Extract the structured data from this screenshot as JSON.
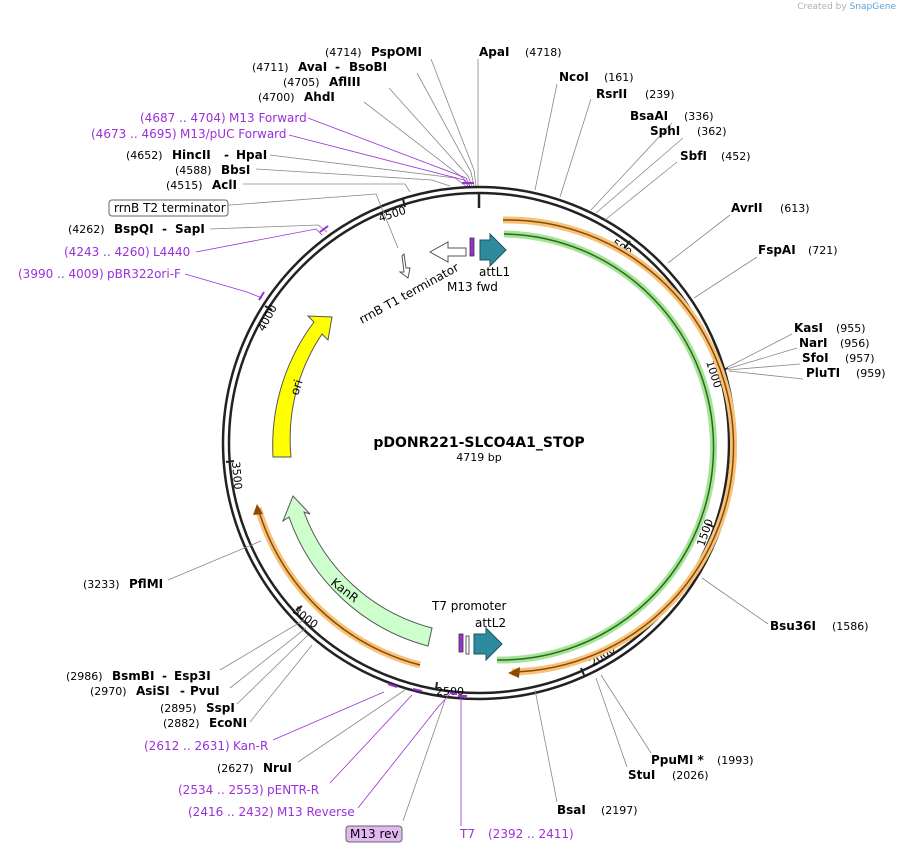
{
  "credit": {
    "prefix": "Created by",
    "brand": "SnapGene"
  },
  "plasmid": {
    "name": "pDONR221-SLCO4A1_STOP",
    "size_label": "4719 bp"
  },
  "ticks": [
    "500",
    "1000",
    "1500",
    "2000",
    "2500",
    "3000",
    "3500",
    "4000",
    "4500"
  ],
  "enzymes": [
    {
      "name": "PspOMI",
      "pos": "(4714)"
    },
    {
      "name": "AvaI",
      "sep": "-",
      "name2": "BsoBI",
      "pos": "(4711)"
    },
    {
      "name": "AflIII",
      "pos": "(4705)"
    },
    {
      "name": "AhdI",
      "pos": "(4700)"
    },
    {
      "name": "HincII",
      "sep": "-",
      "name2": "HpaI",
      "pos": "(4652)"
    },
    {
      "name": "BbsI",
      "pos": "(4588)"
    },
    {
      "name": "AclI",
      "pos": "(4515)"
    },
    {
      "name": "BspQI",
      "sep": "-",
      "name2": "SapI",
      "pos": "(4262)"
    },
    {
      "name": "ApaI",
      "pos": "(4718)"
    },
    {
      "name": "NcoI",
      "pos": "(161)"
    },
    {
      "name": "RsrII",
      "pos": "(239)"
    },
    {
      "name": "BsaAI",
      "pos": "(336)"
    },
    {
      "name": "SphI",
      "pos": "(362)"
    },
    {
      "name": "SbfI",
      "pos": "(452)"
    },
    {
      "name": "AvrII",
      "pos": "(613)"
    },
    {
      "name": "FspAI",
      "pos": "(721)"
    },
    {
      "name": "KasI",
      "pos": "(955)"
    },
    {
      "name": "NarI",
      "pos": "(956)"
    },
    {
      "name": "SfoI",
      "pos": "(957)"
    },
    {
      "name": "PluTI",
      "pos": "(959)"
    },
    {
      "name": "Bsu36I",
      "pos": "(1586)"
    },
    {
      "name": "PpuMI *",
      "pos": "(1993)"
    },
    {
      "name": "StuI",
      "pos": "(2026)"
    },
    {
      "name": "BsaI",
      "pos": "(2197)"
    },
    {
      "name": "PflMI",
      "pos": "(3233)"
    },
    {
      "name": "BsmBI",
      "sep": "-",
      "name2": "Esp3I",
      "pos": "(2986)"
    },
    {
      "name": "AsiSI",
      "sep": "-",
      "name2": "PvuI",
      "pos": "(2970)"
    },
    {
      "name": "SspI",
      "pos": "(2895)"
    },
    {
      "name": "EcoNI",
      "pos": "(2882)"
    },
    {
      "name": "NruI",
      "pos": "(2627)"
    }
  ],
  "primers": [
    {
      "range": "(4687 .. 4704)",
      "name": "M13 Forward"
    },
    {
      "range": "(4673 .. 4695)",
      "name": "M13/pUC Forward"
    },
    {
      "range": "(4243 .. 4260)",
      "name": "L4440"
    },
    {
      "range": "(3990 .. 4009)",
      "name": "pBR322ori-F"
    },
    {
      "range": "(2612 .. 2631)",
      "name": "Kan-R"
    },
    {
      "range": "(2534 .. 2553)",
      "name": "pENTR-R"
    },
    {
      "range": "(2416 .. 2432)",
      "name": "M13 Reverse"
    },
    {
      "name": "T7",
      "range": "(2392 .. 2411)"
    }
  ],
  "features": {
    "rrnb_t2": "rrnB T2 terminator",
    "rrnb_t1": "rrnB T1 terminator",
    "attl1": "attL1",
    "m13fwd": "M13 fwd",
    "ori": "ori",
    "kanr": "KanR",
    "t7prom": "T7 promoter",
    "attl2": "attL2",
    "m13rev": "M13 rev"
  },
  "colors": {
    "ori": "#ffff00",
    "kanr": "#ccffcc",
    "att": "#2e8b9e",
    "orange_arc": "#f6c27a",
    "green_arc": "#a6e39a",
    "primer": "#9b30d8",
    "m13rev_box": "#e3b8f2"
  }
}
